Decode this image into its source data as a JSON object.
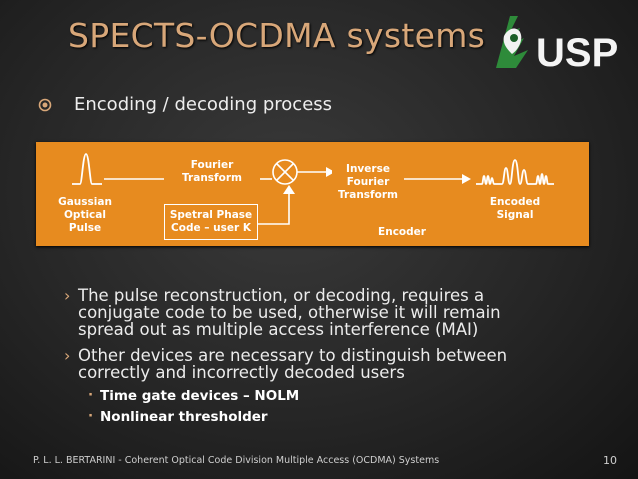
{
  "slide": {
    "title": "SPECTS-OCDMA systems",
    "bullet": "Encoding / decoding  process",
    "diagram": {
      "source_label": [
        "Gaussian",
        "Optical",
        "Pulse"
      ],
      "fourier_box": [
        "Fourier",
        "Transform"
      ],
      "phase_box": [
        "Spetral Phase",
        "Code – user K"
      ],
      "inverse_box": [
        "Inverse",
        "Fourier",
        "Transform"
      ],
      "encoded_label": [
        "Encoded",
        "Signal"
      ],
      "encoder_label": "Encoder"
    },
    "subpoints": [
      [
        "The pulse reconstruction, or decoding, requires  a",
        "conjugate code to be used, otherwise it will remain",
        "spread out as multiple access interference (MAI)"
      ],
      [
        "Other devices are necessary to distinguish between",
        "correctly and incorrectly decoded users"
      ]
    ],
    "subsubpoints": [
      "Time gate devices – NOLM",
      "Nonlinear thresholder"
    ],
    "footer": "P. L. L. BERTARINI - Coherent Optical Code Division Multiple Access (OCDMA) Systems",
    "page_number": "10",
    "logo_text": "USP",
    "colors": {
      "title": "#d8a779",
      "diagram_bg": "#e78b1f",
      "background": "#262626"
    }
  }
}
